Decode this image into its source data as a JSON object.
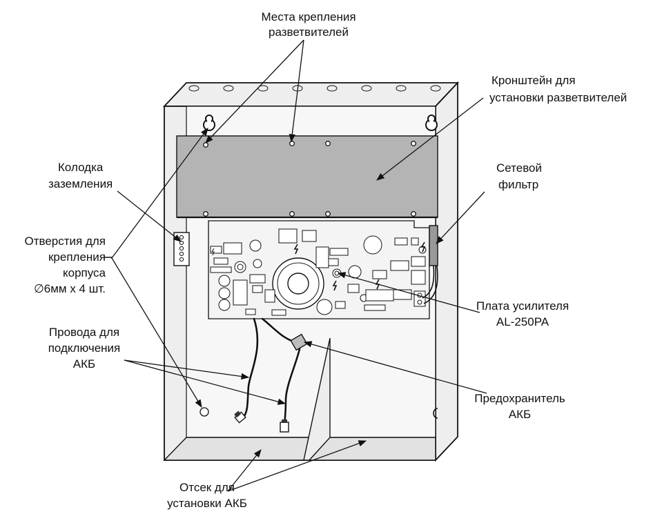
{
  "labels": {
    "splitter_mounts_1": "Места крепления",
    "splitter_mounts_2": "разветвителей",
    "bracket_1": "Кронштейн для",
    "bracket_2": "установки разветвителей",
    "ground_block_1": "Колодка",
    "ground_block_2": "заземления",
    "line_filter_1": "Сетевой",
    "line_filter_2": "фильтр",
    "holes_1": "Отверстия для",
    "holes_2": "крепления",
    "holes_3": "корпуса",
    "holes_4": "∅6мм х 4 шт.",
    "amp_board_1": "Плата усилителя",
    "amp_board_2": "AL-250PA",
    "battery_wires_1": "Провода для",
    "battery_wires_2": "подключения",
    "battery_wires_3": "АКБ",
    "battery_fuse_1": "Предохранитель",
    "battery_fuse_2": "АКБ",
    "battery_bay_1": "Отсек для",
    "battery_bay_2": "установки АКБ"
  }
}
